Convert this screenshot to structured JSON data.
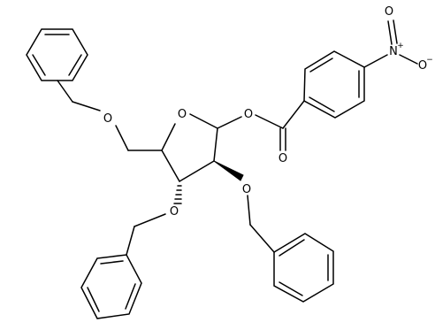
{
  "structure": {
    "atom_labels": {
      "ring_oxygen": "O",
      "ester_oxygen": "O",
      "carbonyl_oxygen": "O",
      "benzyloxy_oxygen_c5": "O",
      "benzyloxy_oxygen_c3": "O",
      "benzyloxy_oxygen_c2": "O",
      "nitro_nitrogen": "N",
      "nitro_oxygen_top": "O",
      "nitro_oxygen_right": "O"
    },
    "charges": {
      "nitro_nitrogen": "+",
      "nitro_oxygen_right": "−"
    }
  }
}
